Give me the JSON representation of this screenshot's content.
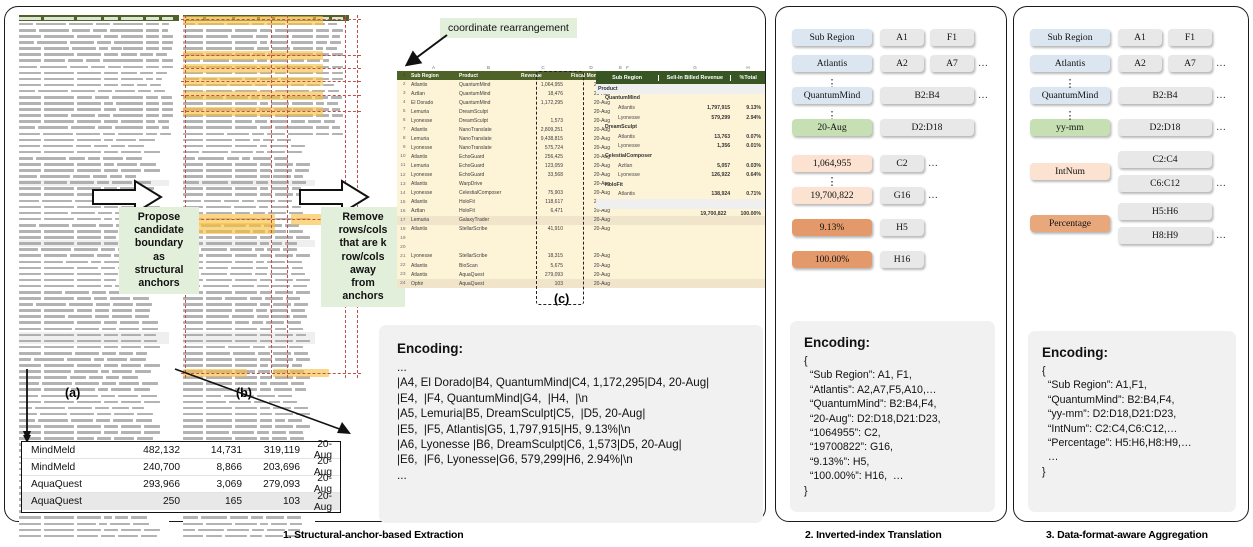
{
  "figure": {
    "panel_captions": [
      "1. Structural-anchor-based Extraction",
      "2. Inverted-index Translation",
      "3. Data-format-aware Aggregation"
    ],
    "sublabels": {
      "a": "(a)",
      "b": "(b)",
      "c": "(c)"
    }
  },
  "panel1": {
    "callout_left": "Propose\ncandidate\nboundary\nas\nstructural\nanchors",
    "callout_left_lines": [
      "Propose",
      "candidate",
      "boundary",
      "as",
      "structural",
      "anchors"
    ],
    "callout_right_lines": [
      "Remove",
      "rows/cols",
      "that are k",
      "row/cols",
      "away",
      "from",
      "anchors"
    ],
    "coordinate_note": "coordinate rearrangement",
    "sheet": {
      "column_letters": [
        "A",
        "B",
        "C",
        "D",
        "E"
      ],
      "headers": [
        "Sub Region",
        "Product",
        "Revenue",
        "Fiscal Month"
      ],
      "rows": [
        {
          "n": "2",
          "a": "Atlantis",
          "b": "QuantumMind",
          "c": "1,064,955",
          "d": "20-Aug"
        },
        {
          "n": "3",
          "a": "Aztlan",
          "b": "QuantumMind",
          "c": "18,476",
          "d": "20-Aug"
        },
        {
          "n": "4",
          "a": "El Dorado",
          "b": "QuantumMind",
          "c": "1,172,295",
          "d": "20-Aug"
        },
        {
          "n": "5",
          "a": "Lemuria",
          "b": "DreamSculpt",
          "c": "",
          "d": "20-Aug"
        },
        {
          "n": "6",
          "a": "Lyonesse",
          "b": "DreamSculpt",
          "c": "1,573",
          "d": "20-Aug"
        },
        {
          "n": "7",
          "a": "Atlantis",
          "b": "NanoTranslate",
          "c": "2,809,251",
          "d": "20-Aug"
        },
        {
          "n": "8",
          "a": "Lemuria",
          "b": "NanoTranslate",
          "c": "9,438,815",
          "d": "20-Aug"
        },
        {
          "n": "9",
          "a": "Lyonesse",
          "b": "NanoTranslate",
          "c": "575,724",
          "d": "20-Aug"
        },
        {
          "n": "10",
          "a": "Atlantis",
          "b": "EchoGuard",
          "c": "256,425",
          "d": "20-Aug"
        },
        {
          "n": "11",
          "a": "Lemuria",
          "b": "EchoGuard",
          "c": "123,059",
          "d": "20-Aug"
        },
        {
          "n": "12",
          "a": "Lyonesse",
          "b": "EchoGuard",
          "c": "33,568",
          "d": "20-Aug"
        },
        {
          "n": "13",
          "a": "Atlantis",
          "b": "WarpDrive",
          "c": "",
          "d": "20-Aug"
        },
        {
          "n": "14",
          "a": "Lyonesse",
          "b": "CelestialComposer",
          "c": "75,903",
          "d": "20-Aug"
        },
        {
          "n": "15",
          "a": "Atlantis",
          "b": "HoloFit",
          "c": "118,617",
          "d": "20-Aug"
        },
        {
          "n": "16",
          "a": "Aztlan",
          "b": "HoloFit",
          "c": "6,471",
          "d": "20-Aug"
        },
        {
          "n": "17",
          "a": "Lemuria",
          "b": "GalaxyTrader",
          "c": "",
          "d": "20-Aug",
          "shade": true
        },
        {
          "n": "18",
          "a": "Atlantis",
          "b": "StellarScribe",
          "c": "41,910",
          "d": "20-Aug"
        },
        {
          "n": "19",
          "a": "",
          "b": "",
          "c": "",
          "d": ""
        },
        {
          "n": "20",
          "a": "",
          "b": "",
          "c": "",
          "d": ""
        },
        {
          "n": "21",
          "a": "Lyonesse",
          "b": "StellarScribe",
          "c": "18,315",
          "d": "20-Aug"
        },
        {
          "n": "22",
          "a": "Atlantis",
          "b": "BioScan",
          "c": "5,675",
          "d": "20-Aug"
        },
        {
          "n": "23",
          "a": "Atlantis",
          "b": "AquaQuest",
          "c": "279,093",
          "d": "20-Aug"
        },
        {
          "n": "24",
          "a": "Ophir",
          "b": "AquaQuest",
          "c": "103",
          "d": "20-Aug",
          "shade": true
        }
      ]
    },
    "pivot": {
      "column_letters": [
        "F",
        "G",
        "H"
      ],
      "headers": [
        "Sub Region",
        "Sell-In Billed Revenue",
        "%Total"
      ],
      "rows": [
        {
          "level": 0,
          "label": "Product",
          "value": "",
          "pct": "",
          "grey": true
        },
        {
          "level": 1,
          "label": "QuantumMind",
          "value": "",
          "pct": ""
        },
        {
          "level": 2,
          "label": "Atlantis",
          "value": "1,797,915",
          "pct": "9.13%"
        },
        {
          "level": 2,
          "label": "Lyonesse",
          "value": "579,299",
          "pct": "2.94%"
        },
        {
          "level": 1,
          "label": "DreamSculpt",
          "value": "",
          "pct": ""
        },
        {
          "level": 2,
          "label": "Atlantis",
          "value": "13,763",
          "pct": "0.07%"
        },
        {
          "level": 2,
          "label": "Lyonesse",
          "value": "1,356",
          "pct": "0.01%"
        },
        {
          "level": 1,
          "label": "CelestialComposer",
          "value": "",
          "pct": ""
        },
        {
          "level": 2,
          "label": "Aztlan",
          "value": "5,057",
          "pct": "0.03%"
        },
        {
          "level": 2,
          "label": "Lyonesse",
          "value": "126,922",
          "pct": "0.64%"
        },
        {
          "level": 1,
          "label": "HoloFit",
          "value": "",
          "pct": ""
        },
        {
          "level": 2,
          "label": "Atlantis",
          "value": "138,924",
          "pct": "0.71%"
        },
        {
          "level": 0,
          "label": "",
          "value": "",
          "pct": "",
          "grey": true
        },
        {
          "level": 0,
          "label": "",
          "value": "19,700,822",
          "pct": "100.00%"
        }
      ]
    },
    "zoom_table": {
      "rows": [
        {
          "c1": "MindMeld",
          "c2": "482,132",
          "c3": "14,731",
          "c4": "319,119",
          "c5": "20-Aug"
        },
        {
          "c1": "MindMeld",
          "c2": "240,700",
          "c3": "8,866",
          "c4": "203,696",
          "c5": "20-Aug"
        },
        {
          "c1": "AquaQuest",
          "c2": "293,966",
          "c3": "3,069",
          "c4": "279,093",
          "c5": "20-Aug"
        },
        {
          "c1": "AquaQuest",
          "c2": "250",
          "c3": "165",
          "c4": "103",
          "c5": "20-Aug",
          "alt": true
        }
      ]
    },
    "encoding": {
      "title": "Encoding:",
      "lines": [
        "...",
        "|A4, El Dorado|B4, QuantumMind|C4, 1,172,295|D4, 20-Aug|",
        "|E4,  |F4, QuantumMind|G4,  |H4,  |\\n",
        "|A5, Lemuria|B5, DreamSculpt|C5,  |D5, 20-Aug|",
        "|E5,  |F5, Atlantis|G5, 1,797,915|H5, 9.13%|\\n",
        "|A6, Lyonesse |B6, DreamSculpt|C6, 1,573|D5, 20-Aug|",
        "|E6,  |F6, Lyonesse|G6, 579,299|H6, 2.94%|\\n",
        "..."
      ]
    }
  },
  "panel2": {
    "entries": [
      {
        "key": "Sub Region",
        "key_style": "blue",
        "refs": [
          "A1",
          "F1"
        ],
        "ellipsis": false,
        "dots_after": false,
        "ref_width": 44
      },
      {
        "key": "Atlantis",
        "key_style": "blue",
        "refs": [
          "A2",
          "A7"
        ],
        "ellipsis": true,
        "dots_after": true,
        "ref_width": 44
      },
      {
        "key": "QuantumMind",
        "key_style": "blue",
        "refs": [
          "B2:B4"
        ],
        "ellipsis": true,
        "dots_after": true,
        "ref_width": 94
      },
      {
        "key": "20-Aug",
        "key_style": "green",
        "refs": [
          "D2:D18"
        ],
        "ellipsis": true,
        "dots_after": false,
        "ref_width": 94
      },
      {
        "key": "1,064,955",
        "key_style": "orange-light",
        "refs": [
          "C2"
        ],
        "ellipsis": false,
        "dots_after": true,
        "ref_width": 44
      },
      {
        "key": "19,700,822",
        "key_style": "orange-light",
        "refs": [
          "G16"
        ],
        "ellipsis": false,
        "dots_after": true,
        "ref_width": 44
      },
      {
        "key": "9.13%",
        "key_style": "orange",
        "refs": [
          "H5"
        ],
        "ellipsis": false,
        "dots_after": false,
        "ref_width": 44
      },
      {
        "key": "100.00%",
        "key_style": "orange",
        "refs": [
          "H16"
        ],
        "ellipsis": false,
        "dots_after": false,
        "ref_width": 44
      }
    ],
    "encoding": {
      "title": "Encoding:",
      "lines": [
        "{",
        "  “Sub Region”: A1, F1,",
        "  “Atlantis”: A2,A7,F5,A10,…",
        "  “QuantumMind”: B2:B4,F4,",
        "  “20-Aug”: D2:D18,D21:D23,",
        "  “1064955”: C2,",
        "  “19700822”: G16,",
        "  “9.13%”: H5,",
        "  “100.00%”: H16,  …",
        "}"
      ]
    }
  },
  "panel3": {
    "entries": [
      {
        "key": "Sub Region",
        "key_style": "blue",
        "refs": [
          "A1",
          "F1"
        ],
        "ref_width": 44,
        "dots_after": false
      },
      {
        "key": "Atlantis",
        "key_style": "blue",
        "refs": [
          "A2",
          "A7"
        ],
        "ref_width": 44,
        "dots_after": true
      },
      {
        "key": "QuantumMind",
        "key_style": "blue",
        "refs": [
          "B2:B4"
        ],
        "ref_width": 94,
        "dots_after": true
      },
      {
        "key": "yy-mm",
        "key_style": "green",
        "refs": [
          "D2:D18"
        ],
        "ref_width": 94,
        "dots_after": true
      },
      {
        "key": "IntNum",
        "key_style": "orange-light",
        "refs": [
          "C2:C4",
          "C6:C12"
        ],
        "ref_width": 94,
        "dots_after": true
      },
      {
        "key": "Percentage",
        "key_style": "orange-mid",
        "refs": [
          "H5:H6",
          "H8:H9"
        ],
        "ref_width": 94,
        "dots_after": true
      }
    ],
    "encoding": {
      "title": "Encoding:",
      "lines": [
        "{",
        "  “Sub Region”: A1,F1,",
        "  “QuantumMind”: B2:B4,F4,",
        "  “yy-mm”: D2:D18,D21:D23,",
        "  “IntNum”: C2:C4,C6:C12,…",
        "  “Percentage”: H5:H6,H8:H9,…",
        "  …",
        "}"
      ]
    }
  },
  "colors": {
    "header_green": "#4F6228",
    "pivot_green": "#375623",
    "callout_green": "#E2EFDA",
    "sheet_tan": "#FDF3D7",
    "anchor_highlight": "#F7BE3C",
    "boundary_red": "#C0504D",
    "pill_blue": "#DCE6F1",
    "pill_green": "#C6E0B4",
    "pill_orange_light": "#FBE2D1",
    "pill_orange": "#E4996A",
    "pill_grey": "#E8E8E8"
  }
}
